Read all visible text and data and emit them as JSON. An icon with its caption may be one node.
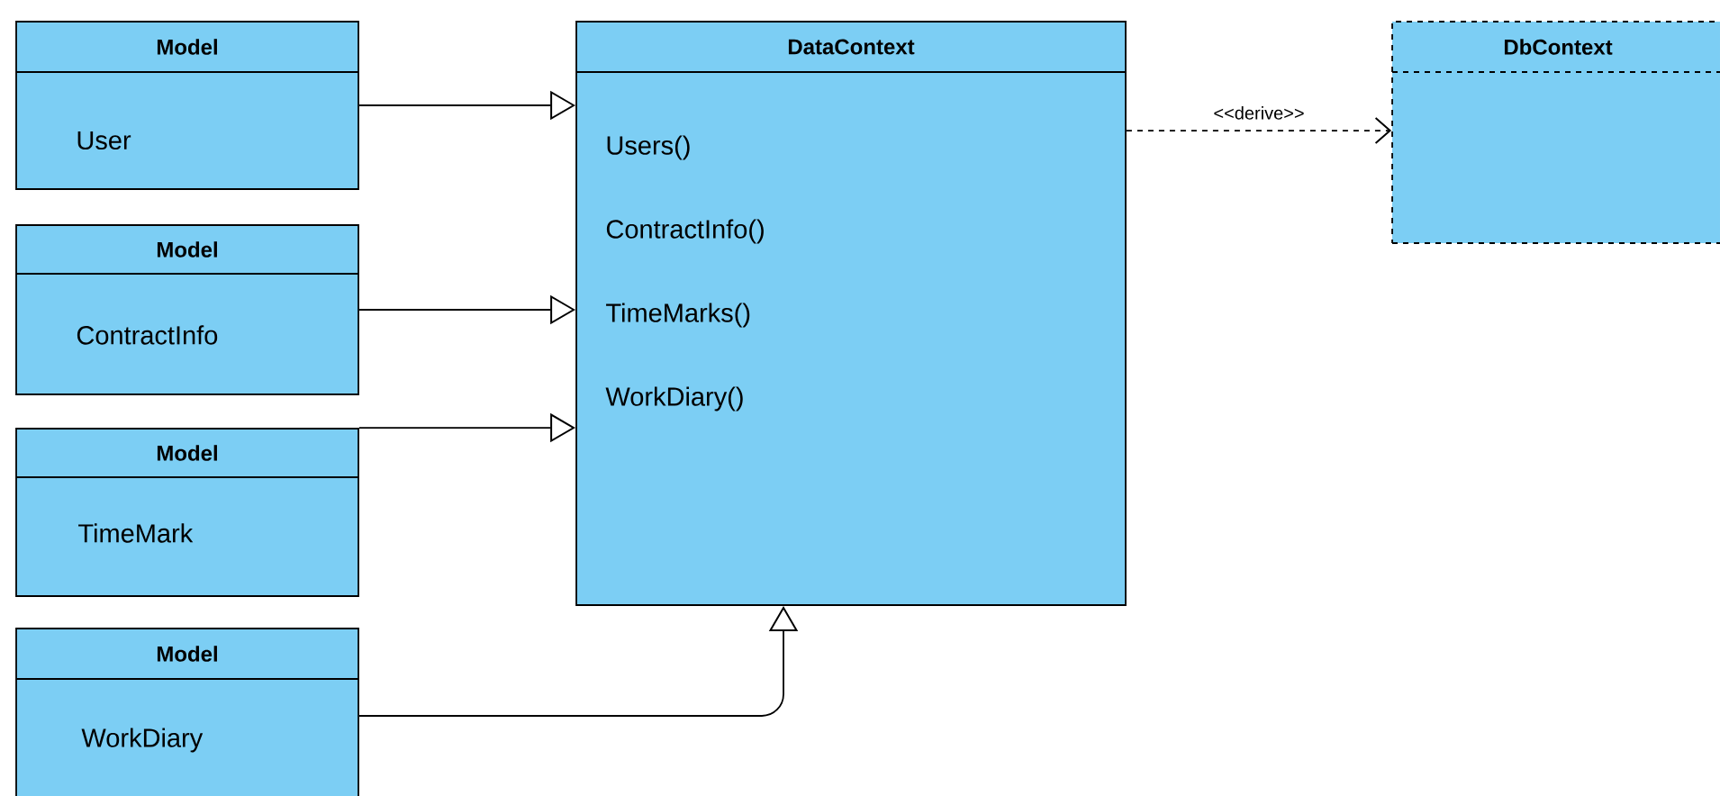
{
  "diagram": {
    "nodes": [
      {
        "text": [
          "Model",
          "User"
        ]
      },
      {
        "text": [
          "Model",
          "ContractInfo"
        ]
      },
      {
        "text": [
          "Model",
          "TimeMark"
        ]
      },
      {
        "text": [
          "Model",
          "WorkDiary"
        ]
      },
      {
        "text": [
          "DataContext",
          "Users()",
          "ContractInfo()",
          "TimeMarks()",
          "WorkDiary()"
        ]
      },
      {
        "text": [
          "DbContext"
        ]
      }
    ],
    "edges": [
      {
        "from": 0,
        "to": 4,
        "arrow": "to"
      },
      {
        "from": 1,
        "to": 4,
        "arrow": "to"
      },
      {
        "from": 2,
        "to": 4,
        "arrow": "to"
      },
      {
        "from": 3,
        "to": 4,
        "arrow": "to"
      },
      {
        "from": 4,
        "to": 5,
        "arrow": "to",
        "style": "dashed",
        "label": "<<derive>>"
      }
    ]
  }
}
